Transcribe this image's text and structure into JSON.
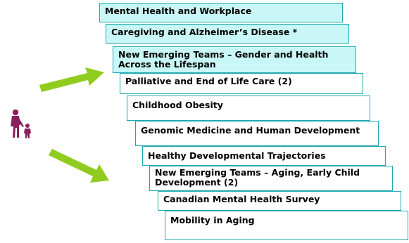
{
  "colors": {
    "border": "#1fa9b0",
    "highlight_fill": "#c9f6f6",
    "arrow": "#8fcc1f",
    "figure": "#8c1d5e"
  },
  "icons": {
    "figure": "parent-and-child-icon",
    "arrows": "green-arrow-icon"
  },
  "items": [
    {
      "label": "Mental Health and Workplace",
      "highlight": true
    },
    {
      "label": "Caregiving and Alzheimer’s Disease *",
      "highlight": true
    },
    {
      "label": "New Emerging Teams – Gender and Health Across the Lifespan",
      "highlight": true
    },
    {
      "label": "Palliative and End of Life Care (2)",
      "highlight": false
    },
    {
      "label": "Childhood Obesity",
      "highlight": false
    },
    {
      "label": "Genomic Medicine and Human Development",
      "highlight": false
    },
    {
      "label": "Healthy Developmental Trajectories",
      "highlight": false
    },
    {
      "label": "New Emerging Teams – Aging, Early Child Development (2)",
      "highlight": false
    },
    {
      "label": "Canadian Mental Health Survey",
      "highlight": false
    },
    {
      "label": "Mobility in Aging",
      "highlight": false
    }
  ]
}
